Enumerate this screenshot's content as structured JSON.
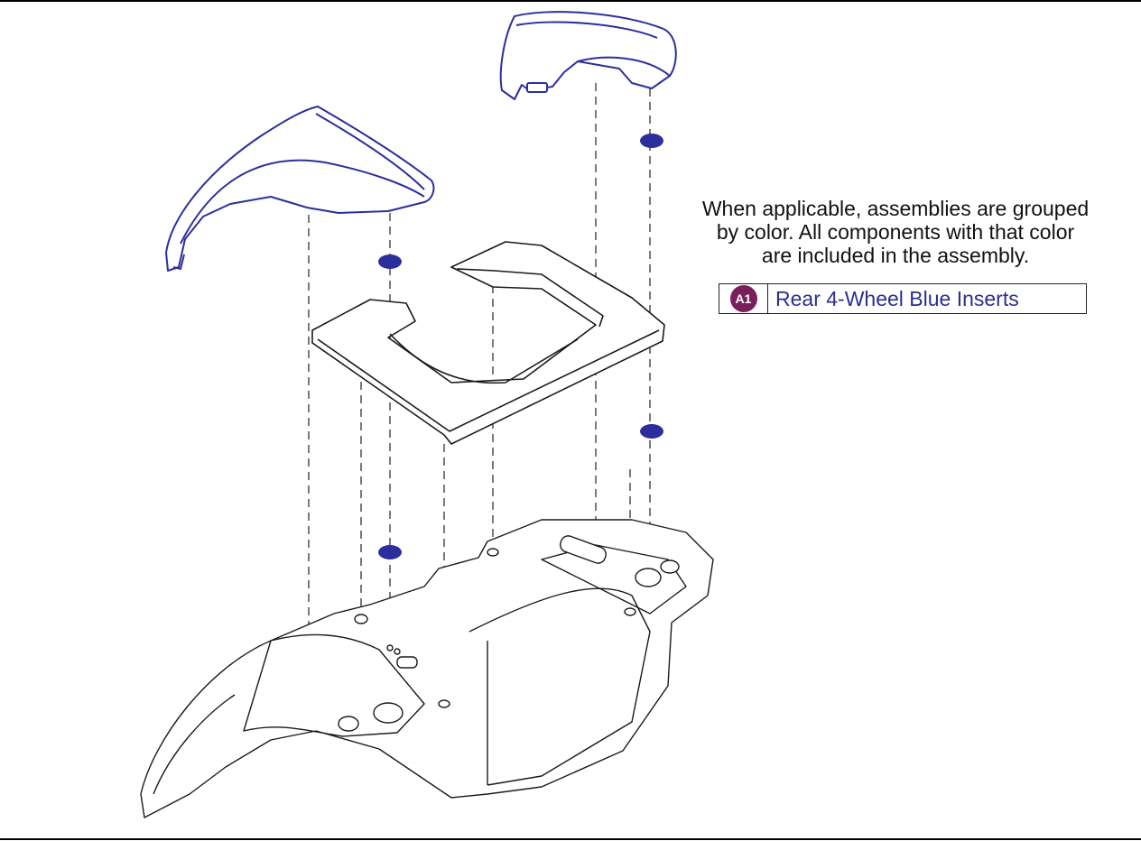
{
  "note": {
    "line1": "When applicable, assemblies are grouped",
    "line2": "by color. All components with that color",
    "line3": "are included in the assembly."
  },
  "legend": {
    "badge": "A1",
    "label": "Rear 4-Wheel Blue Inserts",
    "badge_color": "#7a1f5c",
    "label_color": "#2b2f8f"
  },
  "colors": {
    "insert_blue": "#2b2f9c",
    "line_black": "#1a1a1a"
  }
}
